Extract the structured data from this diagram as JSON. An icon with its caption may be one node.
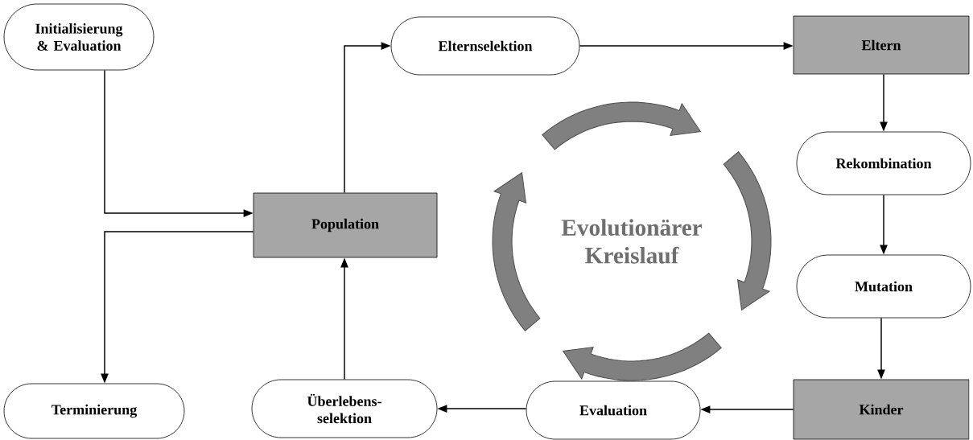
{
  "diagram": {
    "nodes": [
      {
        "text": [
          "Initialisierung & Evaluation"
        ]
      },
      {
        "text": [
          "Population"
        ]
      },
      {
        "text": [
          "Elternselektion"
        ]
      },
      {
        "text": [
          "Eltern"
        ]
      },
      {
        "text": [
          "Rekombination"
        ]
      },
      {
        "text": [
          "Mutation"
        ]
      },
      {
        "text": [
          "Kinder"
        ]
      },
      {
        "text": [
          "Evaluation"
        ]
      },
      {
        "text": [
          "Überlebens- selektion"
        ]
      },
      {
        "text": [
          "Terminierung"
        ]
      }
    ],
    "edges": [
      {
        "from": 0,
        "to": 1,
        "arrow": "to"
      },
      {
        "from": 1,
        "to": 9,
        "arrow": "to"
      },
      {
        "from": 1,
        "to": 2,
        "arrow": "to"
      },
      {
        "from": 2,
        "to": 3,
        "arrow": "to"
      },
      {
        "from": 3,
        "to": 4,
        "arrow": "to"
      },
      {
        "from": 4,
        "to": 5,
        "arrow": "to"
      },
      {
        "from": 5,
        "to": 6,
        "arrow": "to"
      },
      {
        "from": 6,
        "to": 7,
        "arrow": "to"
      },
      {
        "from": 7,
        "to": 8,
        "arrow": "to"
      },
      {
        "from": 8,
        "to": 1,
        "arrow": "to"
      }
    ],
    "labels": [
      "Evolutionärer Kreislauf"
    ]
  }
}
